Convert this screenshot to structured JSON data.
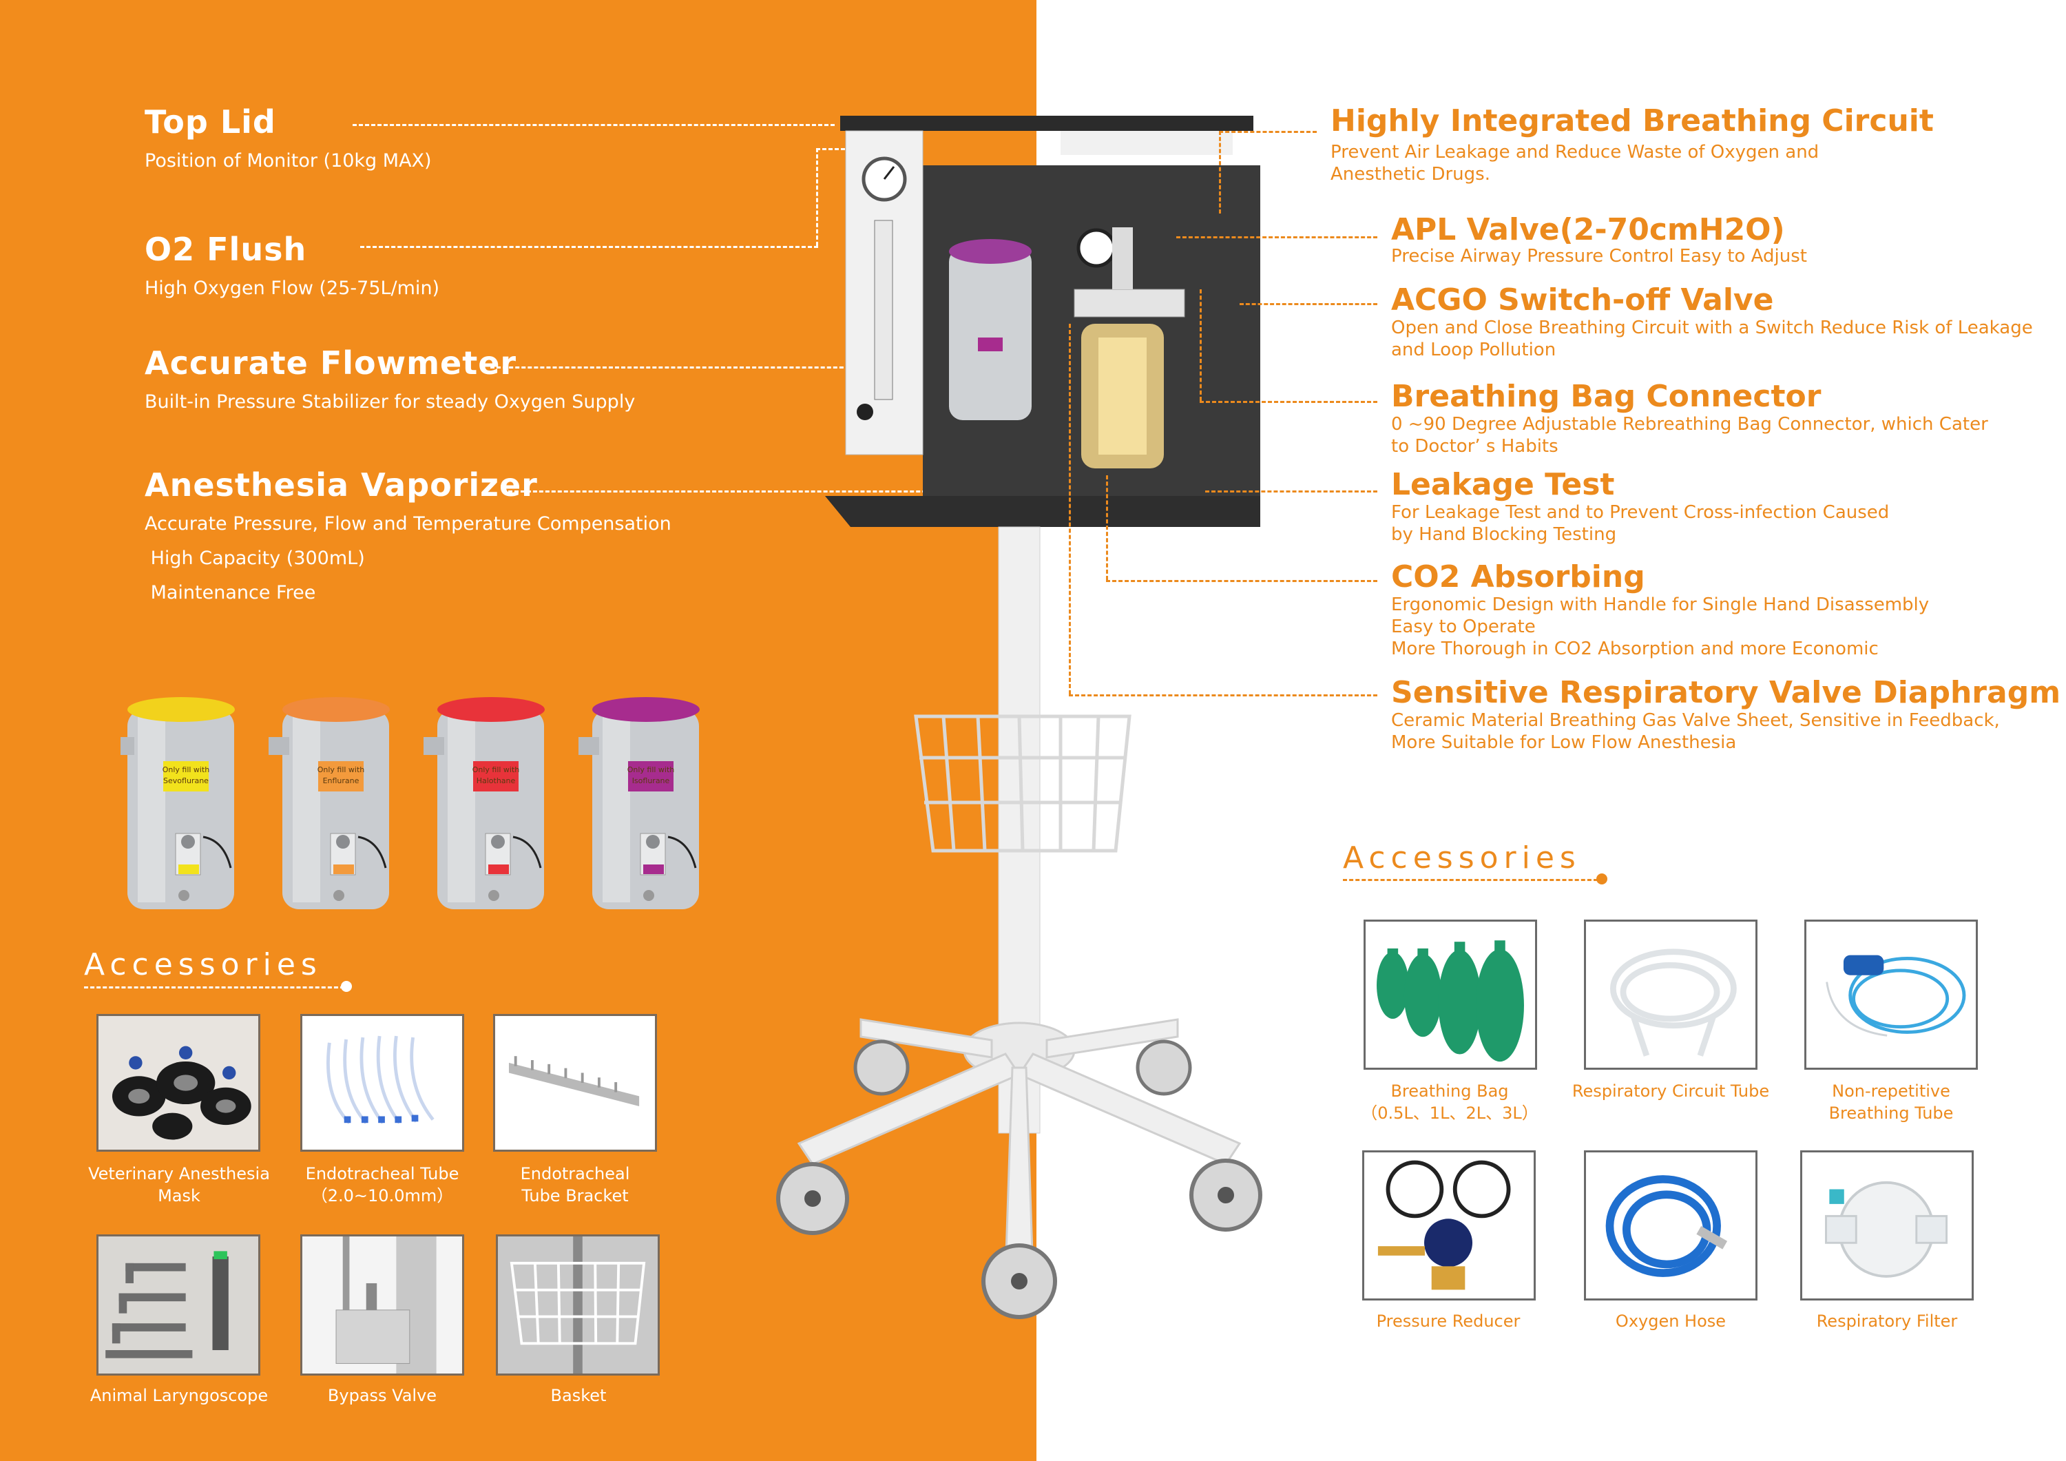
{
  "left_features": [
    {
      "title": "Top Lid",
      "desc": [
        "Position of Monitor (10kg MAX)"
      ]
    },
    {
      "title": "O2 Flush",
      "desc": [
        "High Oxygen Flow (25-75L/min)"
      ]
    },
    {
      "title": "Accurate Flowmeter",
      "desc": [
        "Built-in Pressure Stabilizer for steady Oxygen Supply"
      ]
    },
    {
      "title": "Anesthesia Vaporizer",
      "desc": [
        "Accurate Pressure, Flow and Temperature Compensation",
        " High Capacity (300mL)",
        " Maintenance Free"
      ]
    }
  ],
  "right_features": [
    {
      "title": "Highly Integrated Breathing Circuit",
      "desc": [
        "Prevent Air Leakage and Reduce Waste of Oxygen and",
        "Anesthetic Drugs."
      ]
    },
    {
      "title": "APL Valve(2-70cmH2O)",
      "desc": [
        "Precise Airway Pressure Control Easy to Adjust"
      ]
    },
    {
      "title": "ACGO Switch-off Valve",
      "desc": [
        "Open and Close Breathing Circuit with a Switch Reduce Risk of Leakage",
        "and Loop Pollution"
      ]
    },
    {
      "title": "Breathing Bag Connector",
      "desc": [
        "0 ~90 Degree Adjustable Rebreathing Bag Connector, which Cater",
        "to Doctor’ s Habits"
      ]
    },
    {
      "title": "Leakage Test",
      "desc": [
        "For Leakage Test and to Prevent Cross-infection Caused",
        "by Hand Blocking Testing"
      ]
    },
    {
      "title": "CO2 Absorbing",
      "desc": [
        "Ergonomic Design with Handle for Single Hand Disassembly",
        "Easy to Operate",
        "More Thorough in CO2 Absorption and more Economic"
      ]
    },
    {
      "title": "Sensitive Respiratory Valve Diaphragm",
      "desc": [
        "Ceramic Material Breathing Gas Valve Sheet, Sensitive in Feedback,",
        "More Suitable for Low Flow Anesthesia"
      ]
    }
  ],
  "vaporizers": [
    {
      "color": "#f2d21c",
      "label_color": "#f2e21c",
      "label_lines": [
        "Only fill with",
        "Sevoflurane"
      ],
      "agent": "Sevoflurane"
    },
    {
      "color": "#f08a3c",
      "label_color": "#f39a3c",
      "label_lines": [
        "Only fill with",
        "Enflurane"
      ],
      "agent": "Enflurane"
    },
    {
      "color": "#e8333a",
      "label_color": "#e8333a",
      "label_lines": [
        "Only fill with",
        "Halothane"
      ],
      "agent": "Halothane"
    },
    {
      "color": "#a72c8e",
      "label_color": "#a72c8e",
      "label_lines": [
        "Only fill with",
        "Isoflurane"
      ],
      "agent": "Isoflurane"
    }
  ],
  "accessories_left": {
    "title": "Accessories",
    "items": [
      {
        "lines": [
          "Veterinary Anesthesia",
          "Mask"
        ],
        "icon": "mask-icon"
      },
      {
        "lines": [
          "Endotracheal Tube",
          "（2.0~10.0mm）"
        ],
        "icon": "tube-icon"
      },
      {
        "lines": [
          "Endotracheal",
          "Tube Bracket"
        ],
        "icon": "bracket-icon"
      },
      {
        "lines": [
          "Animal Laryngoscope"
        ],
        "icon": "laryngoscope-icon"
      },
      {
        "lines": [
          "Bypass Valve"
        ],
        "icon": "valve-icon"
      },
      {
        "lines": [
          "Basket"
        ],
        "icon": "basket-icon"
      }
    ]
  },
  "accessories_right": {
    "title": "Accessories",
    "items": [
      {
        "lines": [
          "Breathing Bag",
          "（0.5L、1L、2L、3L）"
        ],
        "icon": "breathing-bag-icon"
      },
      {
        "lines": [
          "Respiratory Circuit Tube"
        ],
        "icon": "circuit-tube-icon"
      },
      {
        "lines": [
          "Non-repetitive",
          "Breathing Tube"
        ],
        "icon": "breathing-tube-icon"
      },
      {
        "lines": [
          "Pressure Reducer"
        ],
        "icon": "pressure-reducer-icon"
      },
      {
        "lines": [
          "Oxygen Hose"
        ],
        "icon": "oxygen-hose-icon"
      },
      {
        "lines": [
          "Respiratory Filter"
        ],
        "icon": "filter-icon"
      }
    ]
  },
  "colors": {
    "orange": "#f28c1c",
    "accent_text": "#ec8a1d",
    "white": "#ffffff"
  }
}
